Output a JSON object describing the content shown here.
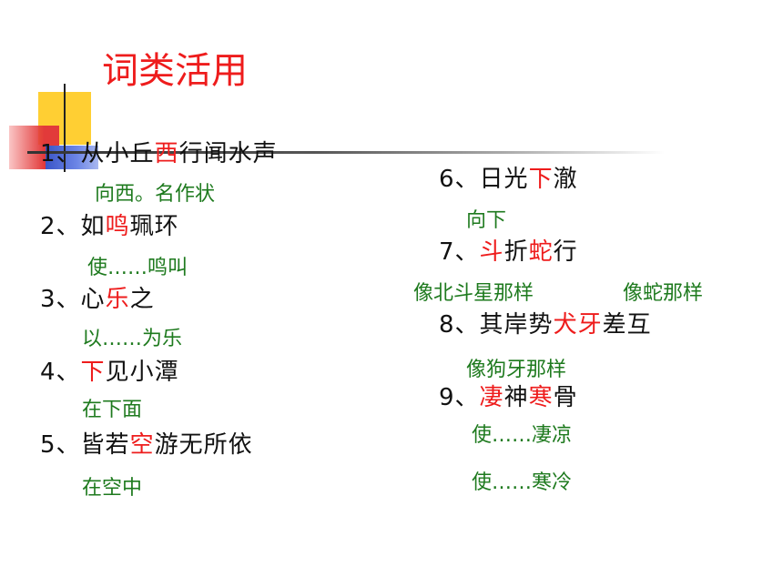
{
  "title": "词类活用",
  "left_items": [
    {
      "num": "1、",
      "pre": "从小丘",
      "hl": "西",
      "post": "行闻水声",
      "note": "向西。名作状"
    },
    {
      "num": "2、",
      "pre": "如",
      "hl": "鸣",
      "post": "珮环",
      "note": "使……鸣叫"
    },
    {
      "num": "3、",
      "pre": "心",
      "hl": "乐",
      "post": "之",
      "note": "以……为乐"
    },
    {
      "num": "4、",
      "pre": "",
      "hl": "下",
      "post": "见小潭",
      "note": "在下面"
    },
    {
      "num": "5、",
      "pre": "皆若",
      "hl": "空",
      "post": "游无所依",
      "note": "在空中"
    }
  ],
  "right_items": [
    {
      "num": "6、",
      "pre": "日光",
      "hl": "下",
      "post": "澈",
      "note": "向下"
    },
    {
      "num": "7、",
      "pre": "",
      "hl": "斗",
      "mid": "折",
      "hl2": "蛇",
      "post": "行",
      "note": "像北斗星那样",
      "note2": "像蛇那样"
    },
    {
      "num": "8、",
      "pre": "其岸势",
      "hl": "犬",
      "mid": "",
      "hl2": "牙",
      "post": "差互",
      "note": "像狗牙那样"
    },
    {
      "num": "9、",
      "pre": "",
      "hl": "凄",
      "mid": "神",
      "hl2": "寒",
      "post": "骨",
      "note": "使……凄凉",
      "note2": "使……寒冷"
    }
  ]
}
